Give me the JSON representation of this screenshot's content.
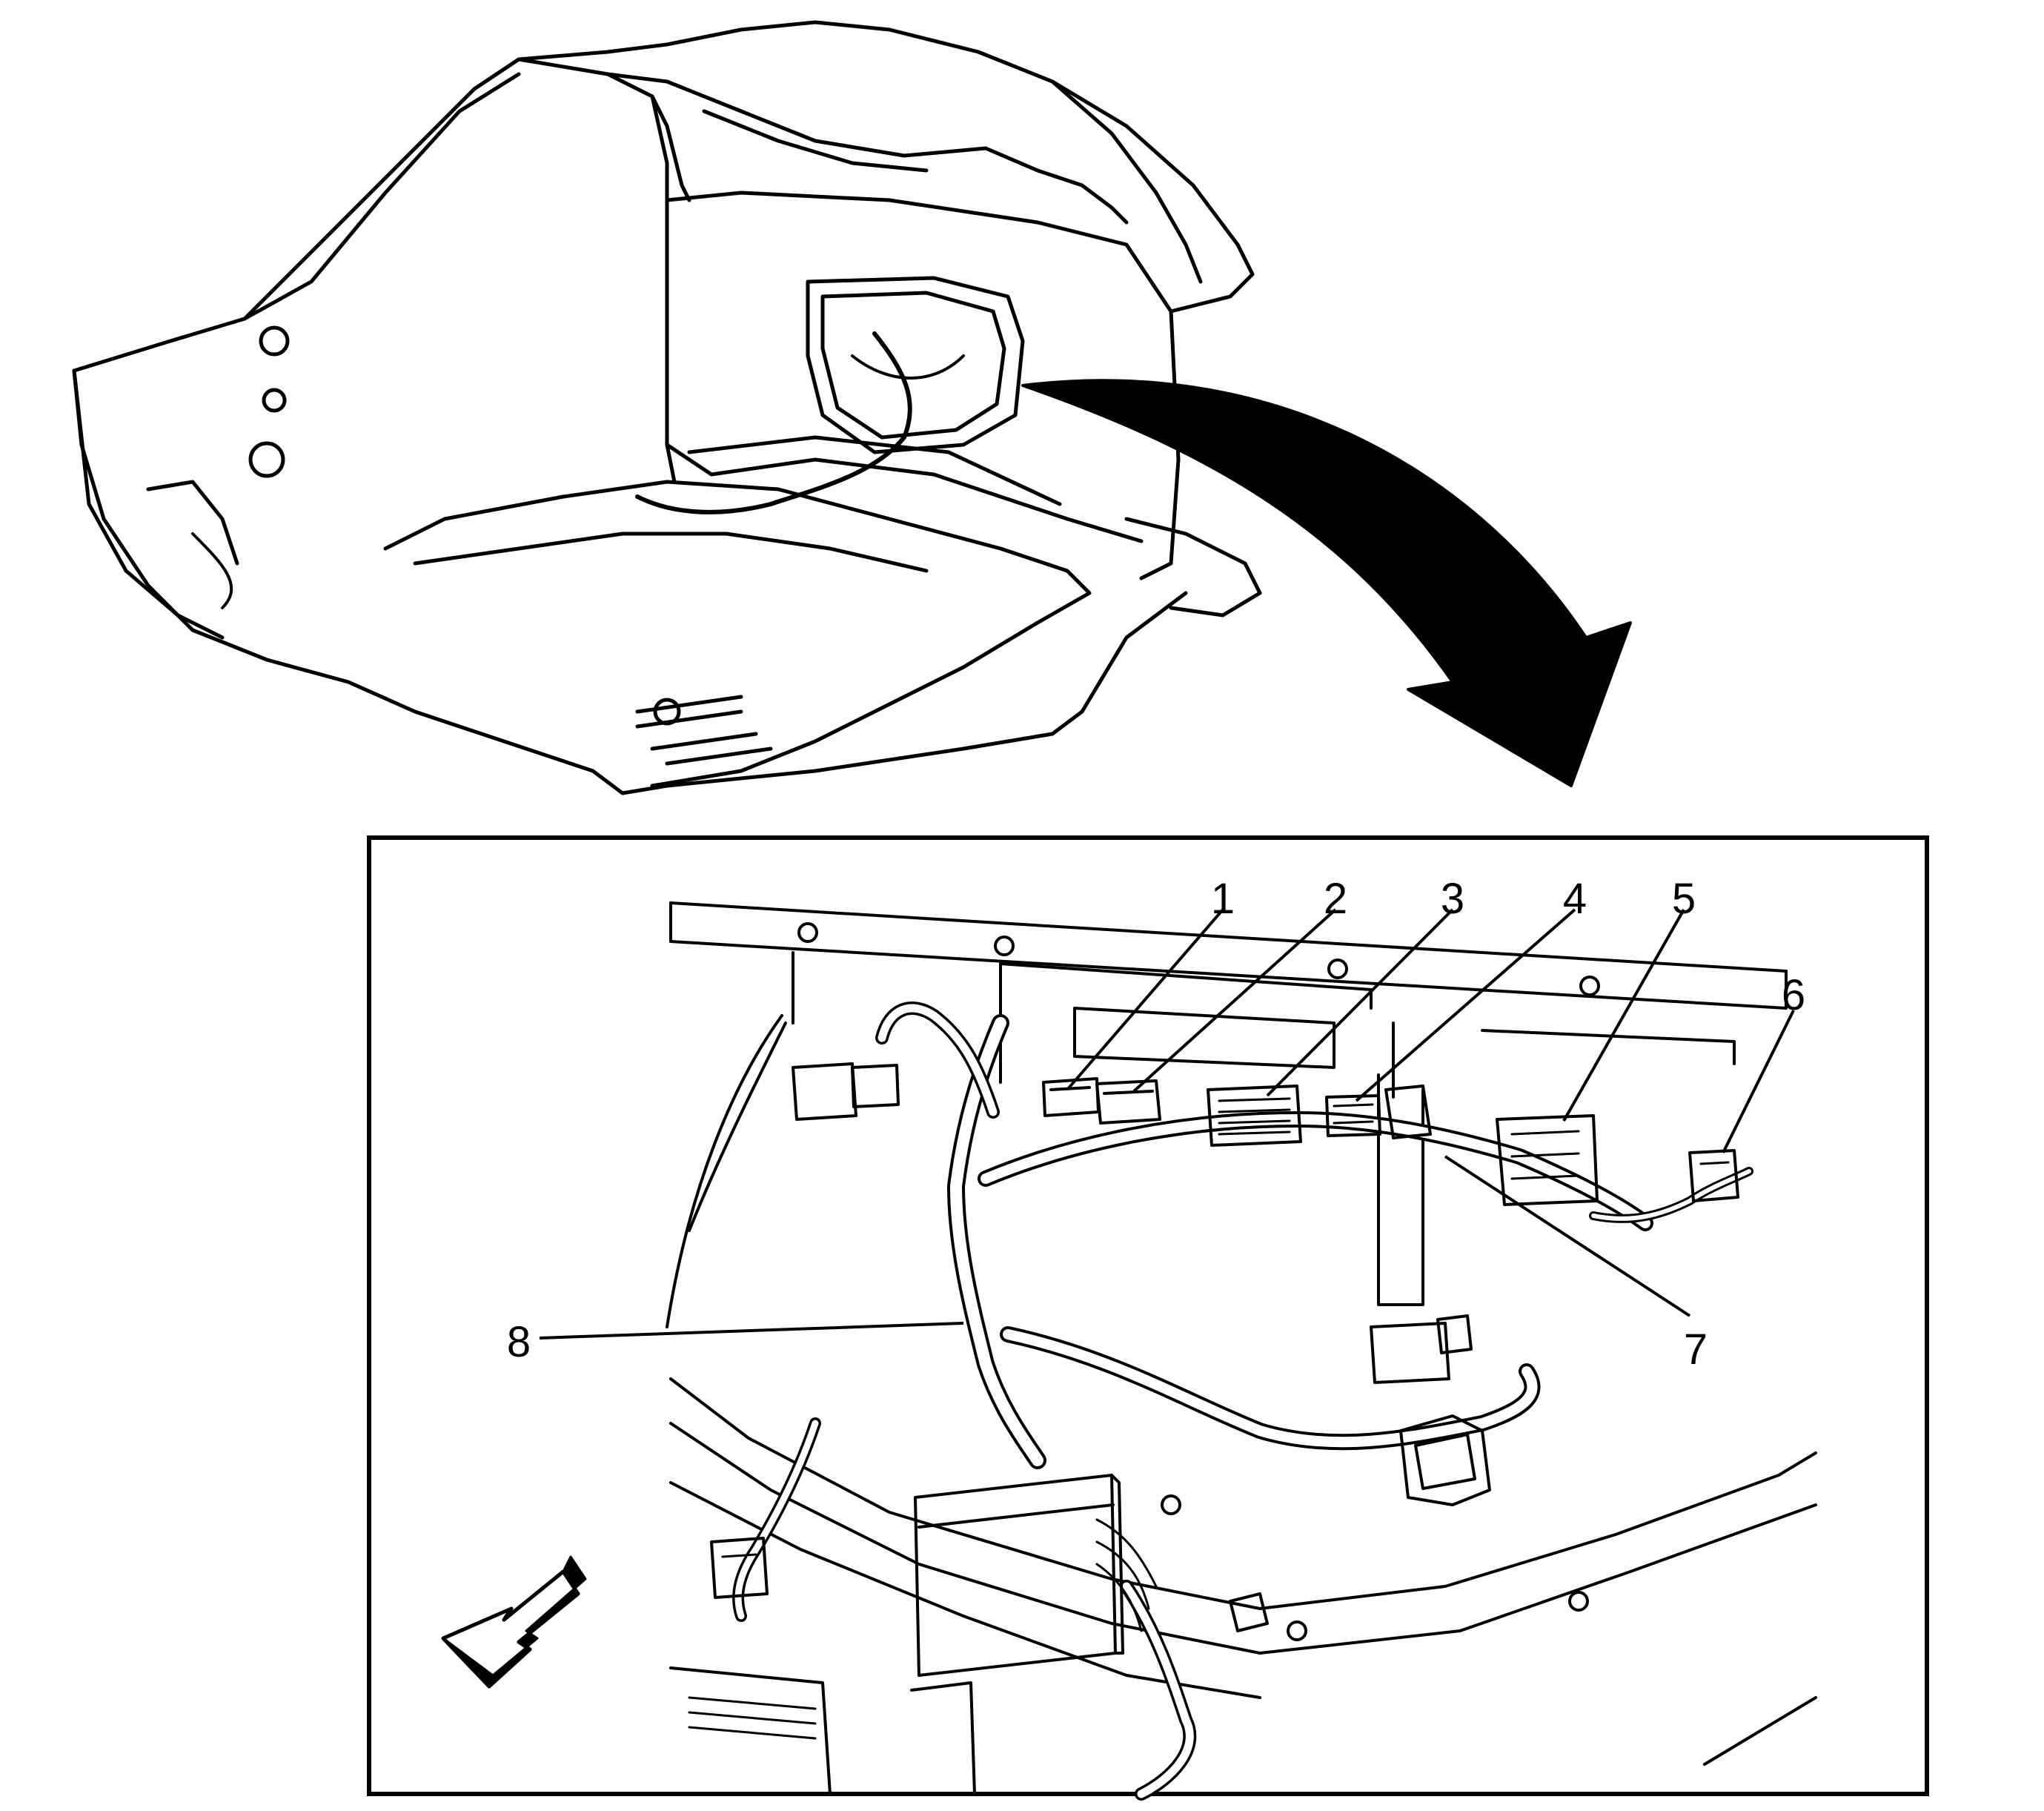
{
  "figure": {
    "callouts": [
      {
        "id": "1",
        "label": "1"
      },
      {
        "id": "2",
        "label": "2"
      },
      {
        "id": "3",
        "label": "3"
      },
      {
        "id": "4",
        "label": "4"
      },
      {
        "id": "5",
        "label": "5"
      },
      {
        "id": "6",
        "label": "6"
      },
      {
        "id": "7",
        "label": "7"
      },
      {
        "id": "8",
        "label": "8"
      }
    ],
    "colors": {
      "line": "#000000",
      "background": "#ffffff"
    },
    "icons": [
      "curved-arrow-icon",
      "forward-direction-arrow-icon"
    ]
  }
}
